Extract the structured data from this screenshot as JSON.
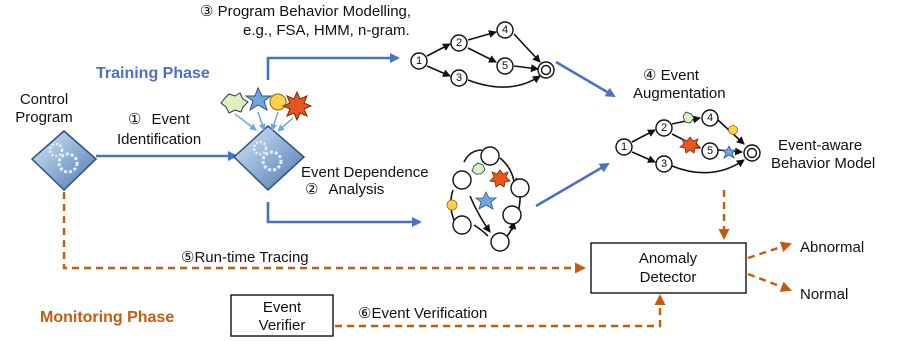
{
  "control_program": {
    "line1": "Control",
    "line2": "Program"
  },
  "training_phase": "Training Phase",
  "monitoring_phase": "Monitoring Phase",
  "steps": {
    "s1_num": "①",
    "s1_line1": "Event",
    "s1_line2": "Identification",
    "s2_num": "②",
    "s2_line1": "Event Dependence",
    "s2_line2": "Analysis",
    "s3_line1": "③ Program Behavior Modelling,",
    "s3_line2": "e.g., FSA, HMM, n-gram.",
    "s4_line1": "④ Event",
    "s4_line2": "Augmentation",
    "s5": "⑤Run-time Tracing",
    "s6": "⑥Event Verification"
  },
  "event_aware_model": {
    "line1": "Event-aware",
    "line2": "Behavior Model"
  },
  "anomaly_detector": {
    "line1": "Anomaly",
    "line2": "Detector"
  },
  "event_verifier": {
    "line1": "Event",
    "line2": "Verifier"
  },
  "outputs": {
    "abnormal": "Abnormal",
    "normal": "Normal"
  },
  "node_labels": {
    "n1": "1",
    "n2": "2",
    "n3": "3",
    "n4": "4",
    "n5": "5"
  },
  "colors": {
    "training": "#4a72c4",
    "monitoring": "#c55a11"
  }
}
